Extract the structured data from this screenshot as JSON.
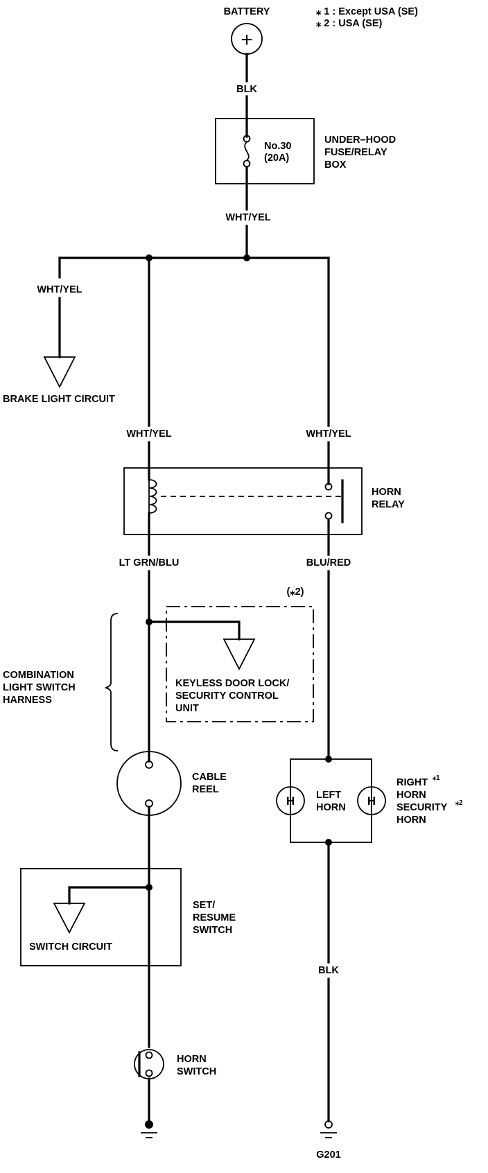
{
  "notes": {
    "note1": "⁎ 1 : Except USA (SE)",
    "note2": "⁎ 2 : USA (SE)"
  },
  "battery": {
    "label": "BATTERY",
    "symbol": "+"
  },
  "wires": {
    "battery_out": "BLK",
    "fuse_out": "WHT/YEL",
    "brake_feed": "WHT/YEL",
    "relay_coil_in": "WHT/YEL",
    "relay_switch_in": "WHT/YEL",
    "relay_coil_out": "LT GRN/BLU",
    "relay_switch_out": "BLU/RED",
    "horn_ground": "BLK"
  },
  "fuse": {
    "number": "No.30",
    "rating": "(20A)"
  },
  "fuse_box": {
    "line1": "UNDER–HOOD",
    "line2": "FUSE/RELAY",
    "line3": "BOX"
  },
  "brake_circuit": "BRAKE LIGHT CIRCUIT",
  "horn_relay": {
    "line1": "HORN",
    "line2": "RELAY"
  },
  "keyless_unit": {
    "note": "(⁎2)",
    "line1": "KEYLESS DOOR LOCK/",
    "line2": "SECURITY CONTROL",
    "line3": "UNIT"
  },
  "harness": {
    "line1": "COMBINATION",
    "line2": "LIGHT SWITCH",
    "line3": "HARNESS"
  },
  "cable_reel": {
    "line1": "CABLE",
    "line2": "REEL"
  },
  "horns": {
    "symbol": "H",
    "left_line1": "LEFT",
    "left_line2": "HORN",
    "right_line1": "RIGHT",
    "right_sup1": "⁎1",
    "right_line2": "HORN",
    "right_line3": "SECURITY",
    "right_sup2": "⁎2",
    "right_line4": "HORN"
  },
  "set_resume": {
    "line1": "SET/",
    "line2": "RESUME",
    "line3": "SWITCH",
    "circuit": "SWITCH CIRCUIT"
  },
  "horn_switch": {
    "line1": "HORN",
    "line2": "SWITCH"
  },
  "ground": {
    "label": "G201"
  }
}
